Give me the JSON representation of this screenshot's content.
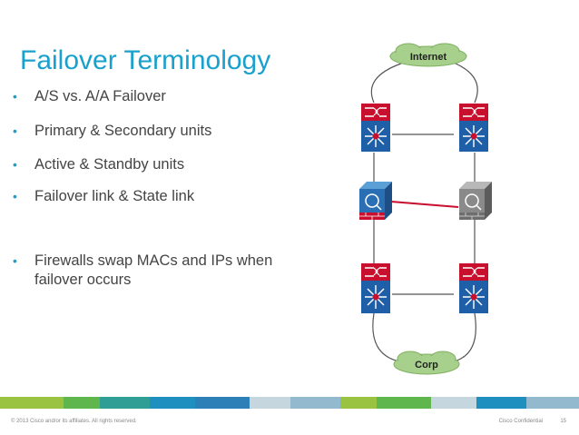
{
  "slide": {
    "title": "Failover Terminology",
    "bullets": [
      "A/S vs. A/A Failover",
      "Primary & Secondary units",
      "Active & Standby units",
      "Failover link & State link",
      "Firewalls swap MACs and IPs when failover occurs"
    ],
    "bullet_glyph": "•"
  },
  "diagram": {
    "internet_label": "Internet",
    "corp_label": "Corp"
  },
  "footer": {
    "copyright": "© 2013 Cisco and/or its affiliates. All rights reserved.",
    "confidential": "Cisco Confidential",
    "page_number": "15"
  },
  "colors": {
    "title": "#1aa0cd",
    "cloud_fill": "#a8d08d",
    "cloud_stroke": "#7fb061",
    "router_red": "#c8102e",
    "switch_blue": "#1f5fa8",
    "firewall_active": "#2a6fb3",
    "firewall_standby": "#8a8a8a",
    "failover_link": "#c8102e",
    "bar_segments": [
      "#9ac341",
      "#5fb64c",
      "#2f9f95",
      "#1f8fc0",
      "#2d7fb8",
      "#c6d6de",
      "#93b9cf",
      "#9ac341",
      "#5fb64c",
      "#c6d6de",
      "#1f8fc0",
      "#93b9cf"
    ]
  }
}
